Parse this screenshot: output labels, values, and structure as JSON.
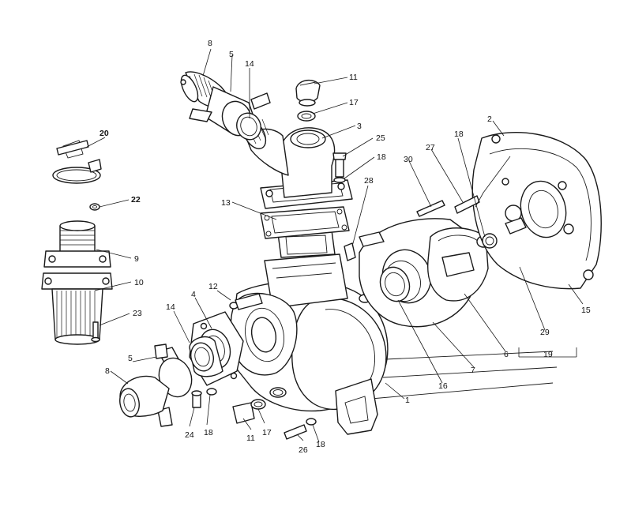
{
  "callouts": {
    "c1": "1",
    "c2": "2",
    "c3": "3",
    "c4": "4",
    "c5_top": "5",
    "c5_left": "5",
    "c6": "6",
    "c7": "7",
    "c8_top": "8",
    "c8_left": "8",
    "c9": "9",
    "c10": "10",
    "c11_top": "11",
    "c11_bottom": "11",
    "c12": "12",
    "c13": "13",
    "c14_top": "14",
    "c14_left": "14",
    "c15": "15",
    "c16": "16",
    "c17_top": "17",
    "c17_bottom": "17",
    "c18_top": "18",
    "c18_right": "18",
    "c18_left": "18",
    "c18_bottom": "18",
    "c19": "19",
    "c20": "20",
    "c22": "22",
    "c23": "23",
    "c24": "24",
    "c25": "25",
    "c26": "26",
    "c27": "27",
    "c28": "28",
    "c29": "29",
    "c30": "30"
  }
}
